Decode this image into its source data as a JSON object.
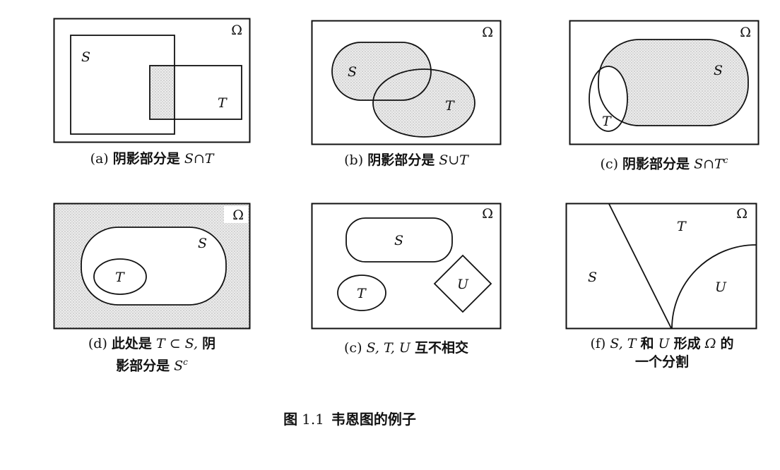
{
  "figure": {
    "caption": {
      "part1": "图",
      "number": "1.1",
      "part2": "韦恩图的例子"
    },
    "labels": {
      "S": "S",
      "T": "T",
      "U": "U",
      "omega": "Ω"
    },
    "captions": {
      "a": {
        "label": "(a)",
        "text": "阴影部分是",
        "formula": "S∩T"
      },
      "b": {
        "label": "(b)",
        "text": "阴影部分是",
        "formula": "S∪T"
      },
      "c": {
        "label": "(c)",
        "text": "阴影部分是",
        "formula": "S∩T",
        "sup": "c"
      },
      "d": {
        "label": "(d)",
        "t1": "此处是",
        "m1": "T ⊂ S,",
        "t2": "阴",
        "t3": "影部分是",
        "m2": "S",
        "sup": "c"
      },
      "e": {
        "label": "(c)",
        "m1": "S, T, U",
        "t1": "互不相交"
      },
      "f": {
        "label": "(f)",
        "m1": "S, T",
        "t1": "和",
        "m2": "U",
        "t2": "形成",
        "m3": "Ω",
        "t3": "的",
        "line2": "一个分割"
      }
    }
  }
}
